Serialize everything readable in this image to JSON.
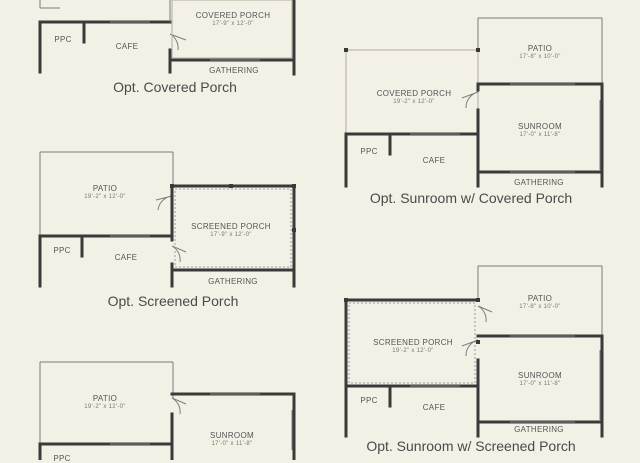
{
  "plans": {
    "covered_porch": {
      "caption": "Opt. Covered Porch",
      "rooms": {
        "covered_porch": {
          "name": "COVERED PORCH",
          "dims": "17'-9\" x 12'-0\""
        },
        "ppc": {
          "name": "PPC"
        },
        "cafe": {
          "name": "CAFE"
        },
        "gathering": {
          "name": "GATHERING"
        }
      }
    },
    "screened_porch": {
      "caption": "Opt. Screened Porch",
      "rooms": {
        "patio": {
          "name": "PATIO",
          "dims": "19'-2\" x 12'-0\""
        },
        "screened_porch": {
          "name": "SCREENED PORCH",
          "dims": "17'-9\" x 12'-0\""
        },
        "ppc": {
          "name": "PPC"
        },
        "cafe": {
          "name": "CAFE"
        },
        "gathering": {
          "name": "GATHERING"
        }
      }
    },
    "sunroom": {
      "rooms": {
        "patio": {
          "name": "PATIO",
          "dims": "19'-2\" x 12'-0\""
        },
        "sunroom": {
          "name": "SUNROOM",
          "dims": "17'-0\" x 11'-8\""
        },
        "ppc": {
          "name": "PPC"
        }
      }
    },
    "sunroom_covered": {
      "caption": "Opt. Sunroom w/ Covered Porch",
      "rooms": {
        "patio": {
          "name": "PATIO",
          "dims": "17'-8\" x 10'-0\""
        },
        "covered_porch": {
          "name": "COVERED PORCH",
          "dims": "19'-2\" x 12'-0\""
        },
        "sunroom": {
          "name": "SUNROOM",
          "dims": "17'-0\" x 11'-8\""
        },
        "ppc": {
          "name": "PPC"
        },
        "cafe": {
          "name": "CAFE"
        },
        "gathering": {
          "name": "GATHERING"
        }
      }
    },
    "sunroom_screened": {
      "caption": "Opt. Sunroom w/ Screened Porch",
      "rooms": {
        "patio": {
          "name": "PATIO",
          "dims": "17'-8\" x 10'-0\""
        },
        "screened_porch": {
          "name": "SCREENED PORCH",
          "dims": "19'-2\" x 12'-0\""
        },
        "sunroom": {
          "name": "SUNROOM",
          "dims": "17'-0\" x 11'-8\""
        },
        "ppc": {
          "name": "PPC"
        },
        "cafe": {
          "name": "CAFE"
        },
        "gathering": {
          "name": "GATHERING"
        }
      }
    }
  },
  "colors": {
    "background": "#f3f0e6",
    "wall": "#3a3a3a",
    "text": "#4a4a4a"
  }
}
